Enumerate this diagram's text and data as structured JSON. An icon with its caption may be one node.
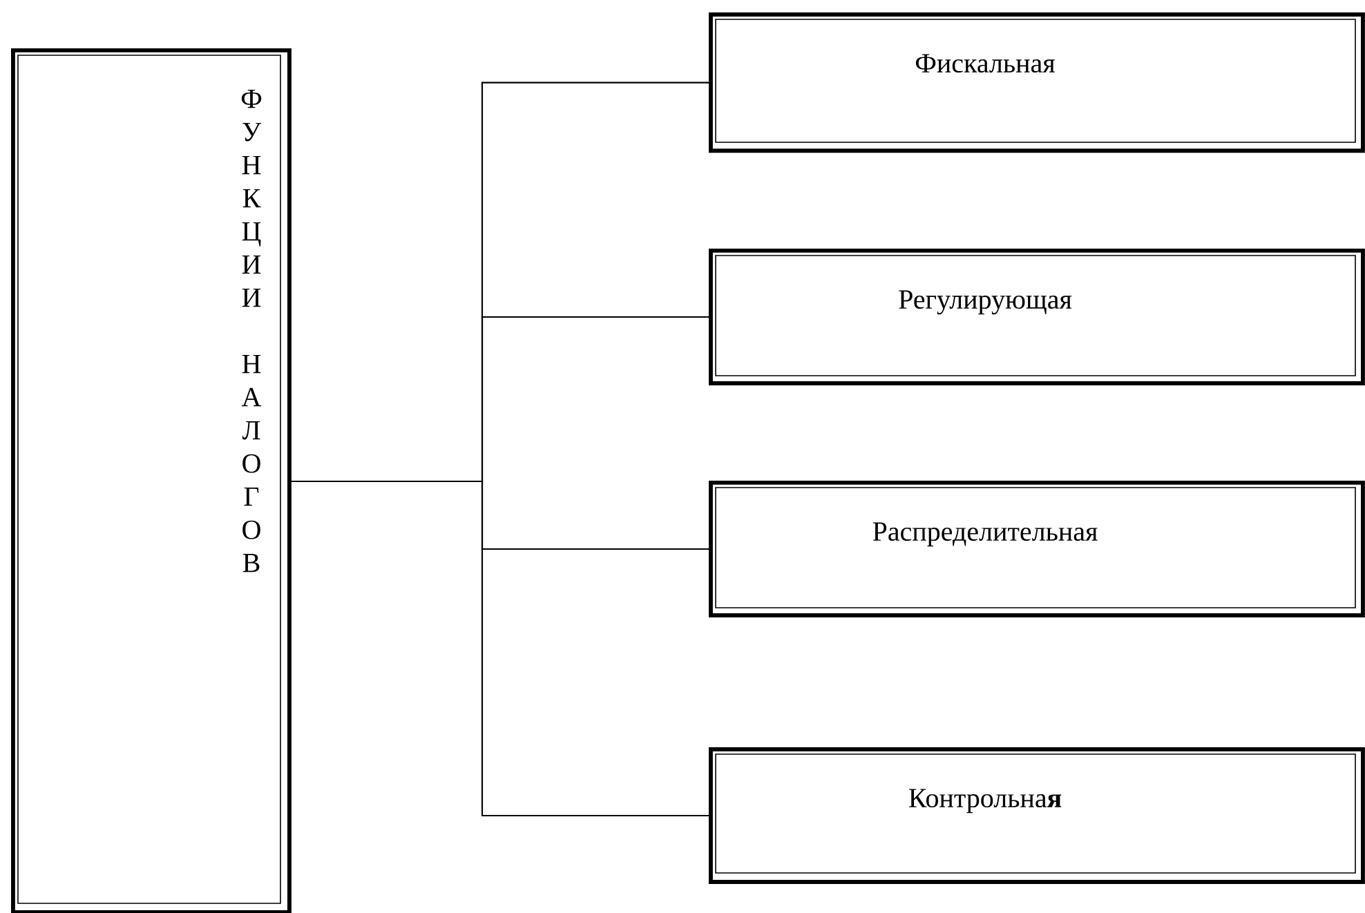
{
  "diagram": {
    "nodes": [
      {
        "text": [
          "ФУНКЦИИ НАЛОГОВ"
        ]
      },
      {
        "text": [
          "Фискальная"
        ]
      },
      {
        "text": [
          "Регулирующая"
        ]
      },
      {
        "text": [
          "Распределительная"
        ]
      },
      {
        "text": [
          "Контрольна**я**"
        ]
      }
    ],
    "edges": [
      {
        "from": 0,
        "to": 1,
        "arrow": "none"
      },
      {
        "from": 0,
        "to": 2,
        "arrow": "none"
      },
      {
        "from": 0,
        "to": 3,
        "arrow": "none"
      },
      {
        "from": 0,
        "to": 4,
        "arrow": "none"
      }
    ]
  }
}
